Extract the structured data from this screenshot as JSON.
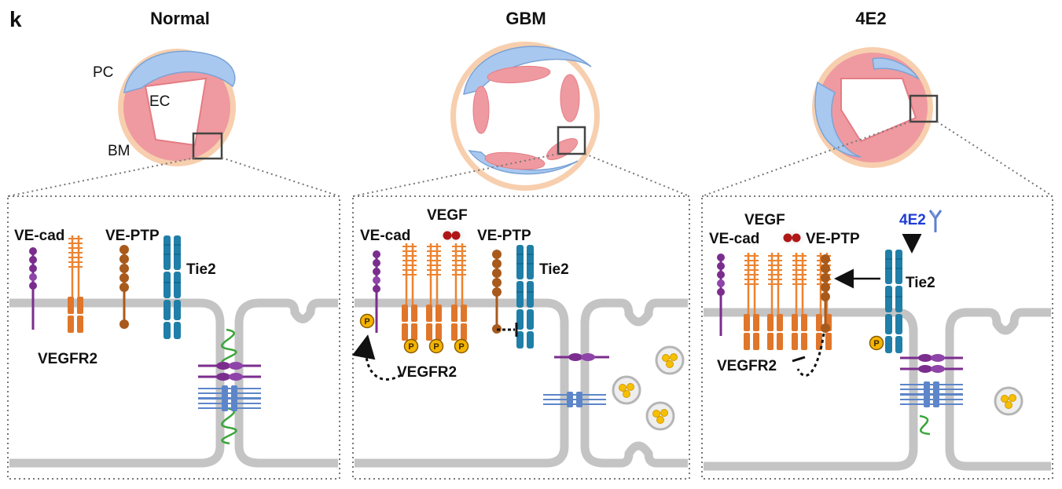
{
  "figure": {
    "panel_letter": "k",
    "panels": [
      {
        "title": "Normal",
        "vessel_labels": [
          "PC",
          "EC",
          "BM"
        ],
        "molecules": [
          "VE-cad",
          "VE-PTP",
          "Tie2",
          "VEGFR2"
        ]
      },
      {
        "title": "GBM",
        "ligand": "VEGF",
        "molecules": [
          "VE-cad",
          "VE-PTP",
          "Tie2",
          "VEGFR2"
        ],
        "phospho": "P"
      },
      {
        "title": "4E2",
        "ligand": "VEGF",
        "antibody": "4E2",
        "molecules": [
          "VE-cad",
          "VE-PTP",
          "Tie2",
          "VEGFR2"
        ],
        "phospho": "P"
      }
    ]
  },
  "colors": {
    "pericyte": "#a9c8ef",
    "endothelial": "#ef9aa0",
    "basement_membrane": "#f7cfae",
    "ve_cad": "#7b2d8e",
    "vegfr2": "#ec8330",
    "ve_ptp": "#a85a1c",
    "tie2": "#1f7fa8",
    "phospho": "#f5b400",
    "antibody_label": "#1f3bd6",
    "membrane": "#c4c4c4",
    "junction_green": "#3aa53a",
    "junction_blue": "#5d86c9"
  },
  "icons": [
    "antibody-icon",
    "vegf-dimer-icon",
    "vesicle-icon",
    "phospho-icon"
  ]
}
